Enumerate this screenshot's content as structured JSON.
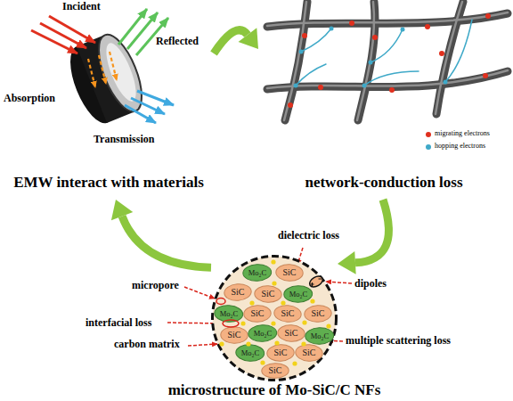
{
  "diagram": {
    "nodes": [
      {
        "text": [
          "EMW interact with materials"
        ]
      },
      {
        "text": [
          "network-conduction loss"
        ]
      },
      {
        "text": [
          "microstructure of Mo-SiC/C NFs"
        ]
      },
      {
        "text": [
          "Mo₂C"
        ],
        "in": 2
      },
      {
        "text": [
          "SiC"
        ],
        "in": 2
      },
      {
        "text": [
          "SiC"
        ],
        "in": 2
      },
      {
        "text": [
          "SiC"
        ],
        "in": 2
      },
      {
        "text": [
          "Mo₂C"
        ],
        "in": 2
      },
      {
        "text": [
          "Mo₂C"
        ],
        "in": 2
      },
      {
        "text": [
          "SiC"
        ],
        "in": 2
      },
      {
        "text": [
          "SiC"
        ],
        "in": 2
      },
      {
        "text": [
          "SiC"
        ],
        "in": 2
      },
      {
        "text": [
          "SiC"
        ],
        "in": 2
      },
      {
        "text": [
          "Mo₂C"
        ],
        "in": 2
      },
      {
        "text": [
          "SiC"
        ],
        "in": 2
      },
      {
        "text": [
          "Mo₂C"
        ],
        "in": 2
      },
      {
        "text": [
          "Mo₂C"
        ],
        "in": 2
      },
      {
        "text": [
          "SiC"
        ],
        "in": 2
      },
      {
        "text": [
          "SiC"
        ],
        "in": 2
      },
      {
        "text": [
          "SiC"
        ],
        "in": 2
      }
    ],
    "edges": [
      {
        "from": 0,
        "to": 1,
        "arrow": "to"
      },
      {
        "from": 1,
        "to": 2,
        "arrow": "to"
      },
      {
        "from": 2,
        "to": 0,
        "arrow": "to"
      }
    ],
    "labels": [
      "Incident",
      "Reflected",
      "Absorption",
      "Transmission",
      "dielectric loss",
      "dipoles",
      "micropore",
      "interfacial loss",
      "carbon matrix",
      "multiple scattering loss"
    ],
    "legend": [
      {
        "text": "migrating electrons",
        "color": "#e0301e"
      },
      {
        "text": "hopping electrons",
        "color": "#3fa9c8"
      }
    ]
  }
}
